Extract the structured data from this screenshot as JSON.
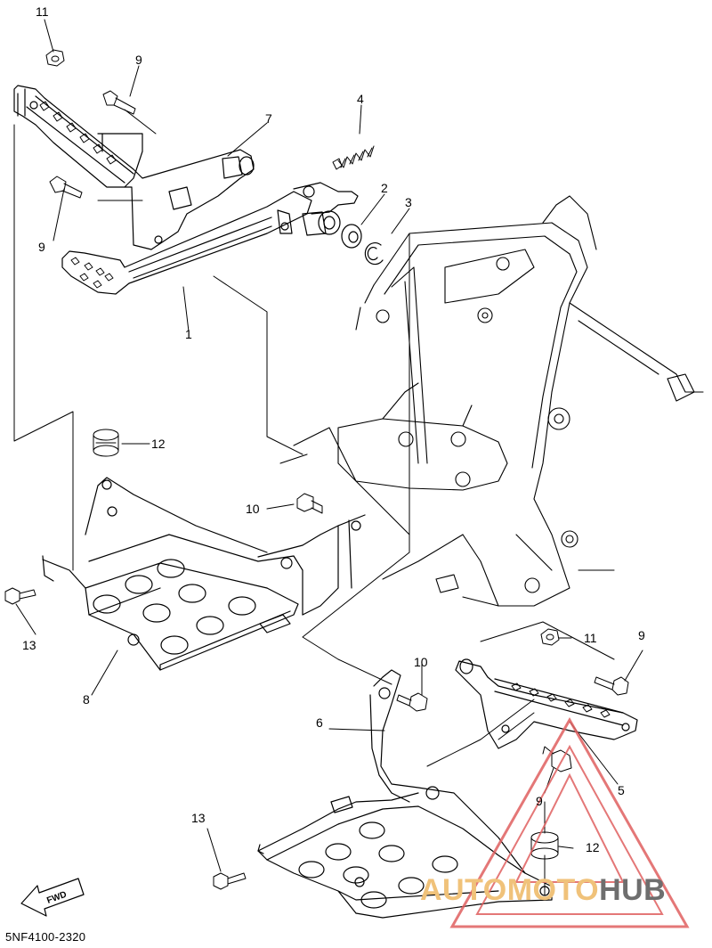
{
  "diagram_code": "5NF4100-2320",
  "fwd_label": "FWD",
  "watermark": {
    "brand": "AUTOMOTO",
    "suffix": "HUB",
    "color_brand": "#f0c27a",
    "color_suffix": "#6e6e6e",
    "triangle_color": "#e06060"
  },
  "callouts": {
    "p1": "1",
    "p2": "2",
    "p3": "3",
    "p4": "4",
    "p5": "5",
    "p6": "6",
    "p7": "7",
    "p8": "8",
    "p9a": "9",
    "p9b": "9",
    "p9c": "9",
    "p9d": "9",
    "p10a": "10",
    "p10b": "10",
    "p11a": "11",
    "p11b": "11",
    "p12a": "12",
    "p12b": "12",
    "p13a": "13",
    "p13b": "13"
  }
}
